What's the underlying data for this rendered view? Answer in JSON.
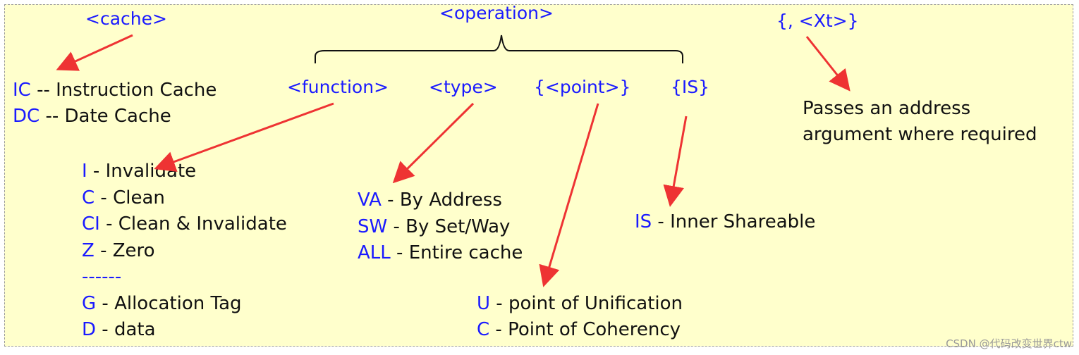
{
  "headers": {
    "cache": "<cache>",
    "operation": "<operation>",
    "xt": "{, <Xt>}",
    "function": "<function>",
    "type": "<type>",
    "point": "{<point>}",
    "is": "{IS}"
  },
  "cache_items": [
    {
      "code": "IC",
      "sep": " -- ",
      "desc": "Instruction Cache"
    },
    {
      "code": "DC",
      "sep": " -- ",
      "desc": "Date Cache"
    }
  ],
  "function_items": [
    {
      "code": "I",
      "sep": " - ",
      "desc": "Invalidate"
    },
    {
      "code": "C",
      "sep": " - ",
      "desc": "Clean"
    },
    {
      "code": "CI",
      "sep": " - ",
      "desc": "Clean & Invalidate"
    },
    {
      "code": "Z",
      "sep": " - ",
      "desc": "Zero"
    }
  ],
  "function_divider": "------",
  "function_items_extra": [
    {
      "code": "G",
      "sep": " - ",
      "desc": "Allocation Tag"
    },
    {
      "code": "D",
      "sep": " - ",
      "desc": "data"
    }
  ],
  "type_items": [
    {
      "code": "VA",
      "sep": " - ",
      "desc": "By Address"
    },
    {
      "code": "SW",
      "sep": " - ",
      "desc": "By Set/Way"
    },
    {
      "code": "ALL",
      "sep": " - ",
      "desc": "Entire cache"
    }
  ],
  "is_items": [
    {
      "code": "IS",
      "sep": " - ",
      "desc": "Inner Shareable"
    }
  ],
  "point_items": [
    {
      "code": "U",
      "sep": " - ",
      "desc": "point of Unification"
    },
    {
      "code": "C",
      "sep": " - ",
      "desc": "Point of Coherency"
    }
  ],
  "xt_note": [
    "Passes an address",
    "argument where required"
  ],
  "watermark": "CSDN @代码改变世界ctw",
  "colors": {
    "blue": "#1a1aff",
    "arrow": "#ee3333",
    "background": "#ffffcc"
  }
}
